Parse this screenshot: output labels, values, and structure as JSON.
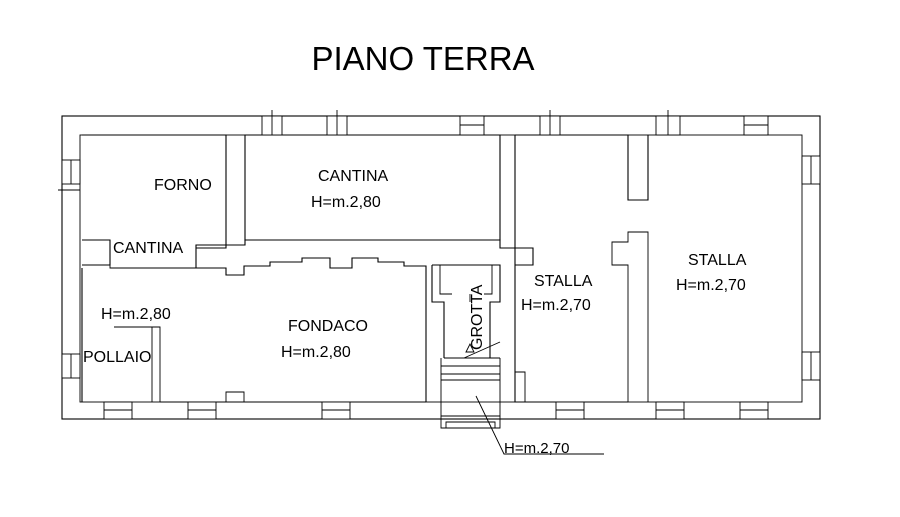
{
  "title": "PIANO TERRA",
  "rooms": {
    "forno": {
      "name": "FORNO"
    },
    "cantina_top": {
      "name": "CANTINA",
      "height": "H=m.2,80"
    },
    "cantina_left": {
      "name": "CANTINA"
    },
    "pollaio": {
      "name": "POLLAIO",
      "height": "H=m.2,80"
    },
    "fondaco": {
      "name": "FONDACO",
      "height": "H=m.2,80"
    },
    "grotta": {
      "name": "GROTTA",
      "height": "H=m.2,70"
    },
    "stalla_mid": {
      "name": "STALLA",
      "height": "H=m.2,70"
    },
    "stalla_right": {
      "name": "STALLA",
      "height": "H=m.2,70"
    }
  }
}
